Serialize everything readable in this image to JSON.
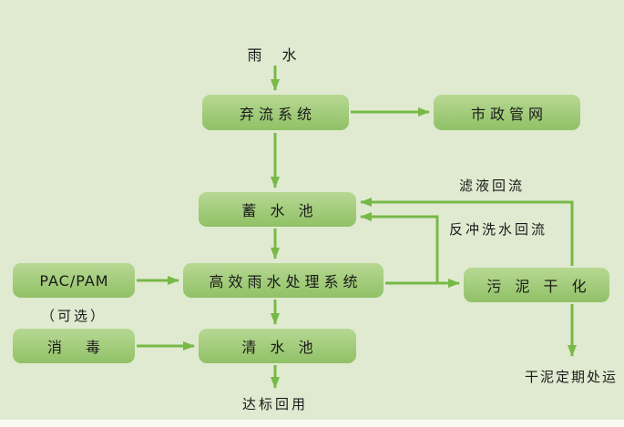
{
  "colors": {
    "bg": "#e0ead0",
    "box_top": "#b7d893",
    "box_bottom": "#90c166",
    "arrow": "#77b947",
    "text": "#1a1a1a"
  },
  "nodes": {
    "rain": {
      "label": "雨　水"
    },
    "diversion": {
      "label": "弃流系统"
    },
    "municipal": {
      "label": "市政管网"
    },
    "storage": {
      "label": "蓄 水 池"
    },
    "treatment": {
      "label": "高效雨水处理系统"
    },
    "pac": {
      "label": "PAC/PAM"
    },
    "optional_note": {
      "label": "（可选）"
    },
    "sludge_drying": {
      "label": "污 泥 干 化"
    },
    "disinfection": {
      "label": "消　毒"
    },
    "clean_tank": {
      "label": "清 水 池"
    },
    "reuse": {
      "label": "达标回用"
    },
    "dry_mud": {
      "label": "干泥定期处运"
    },
    "filtrate_return": {
      "label": "滤液回流"
    },
    "backwash_return": {
      "label": "反冲洗水回流"
    }
  }
}
